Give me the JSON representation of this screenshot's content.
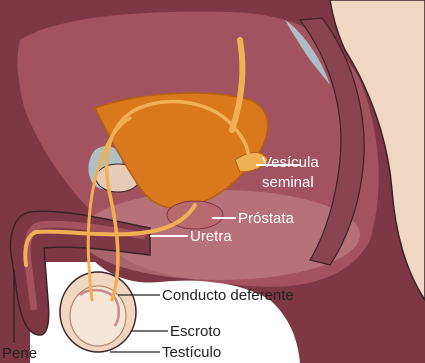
{
  "figure": {
    "labels": {
      "vesicula_seminal_line1": "Vesícula",
      "vesicula_seminal_line2": "seminal",
      "prostata": "Próstata",
      "uretra": "Uretra",
      "conducto_deferente": "Conducto deferente",
      "escroto": "Escroto",
      "testiculo": "Testículo",
      "pene": "Pene"
    },
    "colors": {
      "background": "#ffffff",
      "tissue_dark": "#7e3744",
      "tissue_mid": "#a3525f",
      "tissue_light": "#c98a8e",
      "bladder": "#d9781c",
      "bladder_dark": "#b55f12",
      "duct": "#f2b055",
      "cavity": "#aebfc8",
      "skin": "#f0d7c4",
      "outline": "#3a2228"
    }
  }
}
